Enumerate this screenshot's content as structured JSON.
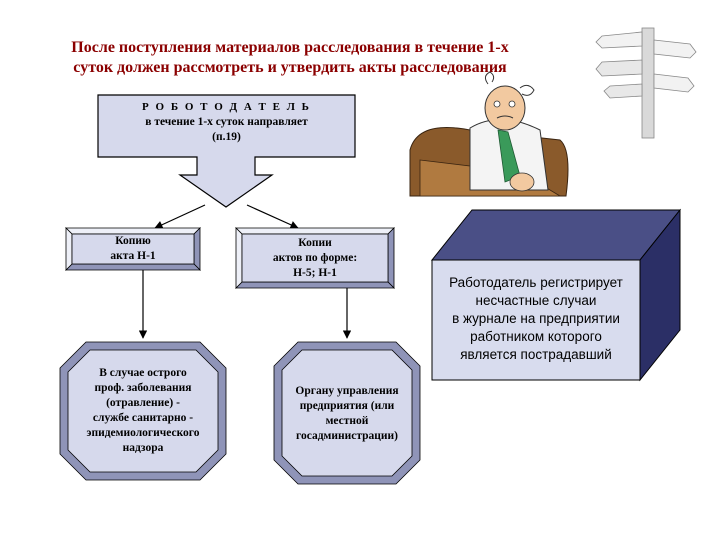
{
  "title": {
    "line1": "После поступления материалов расследования в течение 1-х",
    "line2": "суток должен рассмотреть и утвердить акты расследования"
  },
  "employer_box": {
    "heading": "Р О Б О Т О Д А Т Е Л Ь",
    "line2": "в течение 1-х суток направляет",
    "line3": "(п.19)"
  },
  "copy_box_left": {
    "line1": "Копию",
    "line2": "акта Н-1"
  },
  "copy_box_middle": {
    "line1": "Копии",
    "line2": "актов по форме:",
    "line3": "Н-5; Н-1"
  },
  "bottom_left": {
    "line1": "В случае острого",
    "line2": "проф. заболевания",
    "line3": "(отравление) -",
    "line4": "службе санитарно -",
    "line5": "эпидемиологического",
    "line6": "надзора"
  },
  "bottom_middle": {
    "line1": "Органу управления",
    "line2": "предприятия (или",
    "line3": "местной",
    "line4": "госадминистрации)"
  },
  "cube": {
    "line1": "Работодатель регистрирует",
    "line2": "несчастные случаи",
    "line3": "в журнале на предприятии",
    "line4": "работником которого",
    "line5": "является пострадавший"
  },
  "colors": {
    "title": "#8b0000",
    "box_fill": "#d6d9ec",
    "box_stroke": "#000000",
    "cube_front": "#d8dcee",
    "cube_top": "#4a4f86",
    "cube_side": "#2b2f66"
  }
}
